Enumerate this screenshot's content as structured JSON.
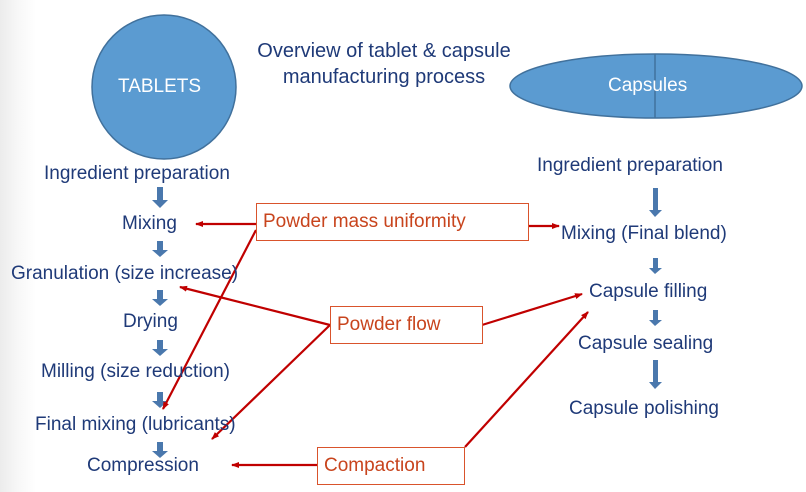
{
  "title": {
    "line1": "Overview of tablet &  capsule",
    "line2": "manufacturing process"
  },
  "tablets": {
    "label": "TABLETS",
    "steps": [
      "Ingredient preparation",
      "Mixing",
      "Granulation (size increase)",
      "Drying",
      "Milling (size reduction)",
      "Final mixing (lubricants)",
      "Compression"
    ]
  },
  "capsules": {
    "label": "Capsules",
    "steps": [
      "Ingredient preparation",
      "Mixing (Final blend)",
      "Capsule filling",
      "Capsule sealing",
      "Capsule polishing"
    ]
  },
  "factors": {
    "powder_mass_uniformity": "Powder mass uniformity",
    "powder_flow": "Powder flow",
    "compaction": "Compaction"
  },
  "colors": {
    "shape_fill": "#5b9bd1",
    "text_navy": "#1f3a78",
    "factor_red": "#c8441d",
    "arrow_red": "#c00000",
    "flow_arrow": "#4a78ad"
  }
}
